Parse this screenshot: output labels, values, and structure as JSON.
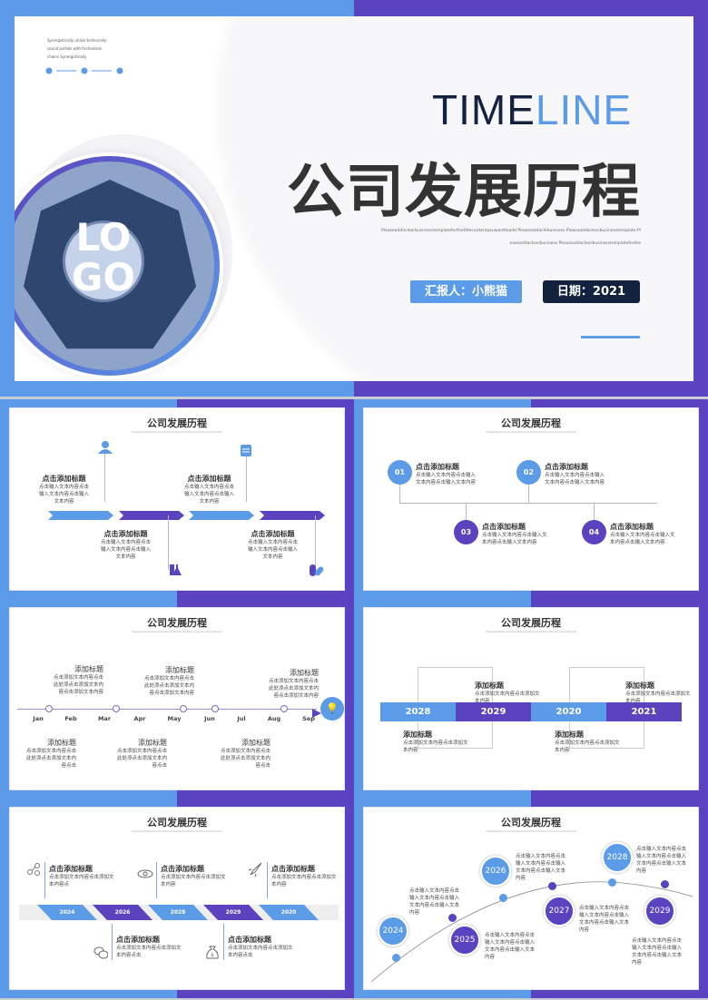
{
  "colors": {
    "blue": "#5b9be8",
    "purple": "#5b43bf",
    "navy": "#13233f",
    "text": "#333333"
  },
  "cover": {
    "small_text": [
      "Synergistically utilize technically",
      "sound portals with frictionless",
      "chains Synergistically"
    ],
    "timeline_dark": "TIME",
    "timeline_light": "LINE",
    "title": "公司发展历程",
    "desc": [
      "Pleaseaddaclearbusinesstemplateforthetitlecontentyouwanttoadd Pleaseaddaclebusiness Pleaseaddaclearbusinesstemplate Pl",
      "easeaddaclearbusiness Pleaseaddaclearbusinesstemplateforthe"
    ],
    "reporter": "汇报人：小熊猫",
    "date": "日期：2021",
    "logo_top": "LO",
    "logo_bottom": "GO"
  },
  "slide_title": "公司发展历程",
  "slide_sub": "Pleaseaddaclearbusinesstemplateforthetitlecontentyouwanttoadd",
  "s1": {
    "items": [
      {
        "title": "点击添加标题",
        "text": [
          "点击输入文本内容点击",
          "输入文本内容点击输入",
          "文本内容"
        ]
      },
      {
        "title": "点击添加标题",
        "text": [
          "点击输入文本内容点击",
          "输入文本内容点击输入",
          "文本内容"
        ]
      },
      {
        "title": "点击添加标题",
        "text": [
          "点击输入文本内容点击",
          "输入文本内容点击输入",
          "文本内容"
        ]
      },
      {
        "title": "点击添加标题",
        "text": [
          "点击输入文本内容点击",
          "输入文本内容点击输入",
          "文本内容"
        ]
      }
    ],
    "icons": [
      "person-icon",
      "notepad-icon",
      "flask-icon",
      "pills-icon"
    ]
  },
  "s2": {
    "items": [
      {
        "num": "01",
        "title": "点击添加标题",
        "text": [
          "点击输入文本内容点击输入",
          "文本内容点击输入文本内容"
        ]
      },
      {
        "num": "02",
        "title": "点击添加标题",
        "text": [
          "点击输入文本内容点击输入",
          "文本内容点击输入文本内容"
        ]
      },
      {
        "num": "03",
        "title": "点击添加标题",
        "text": [
          "点击输入文本内容点击输入文",
          "本内容点击输入文本内容"
        ]
      },
      {
        "num": "04",
        "title": "点击添加标题",
        "text": [
          "点击输入文本内容点击输入文",
          "本内容点击输入文本内容"
        ]
      }
    ]
  },
  "s3": {
    "months": [
      "Jan",
      "Feb",
      "Mar",
      "Apr",
      "May",
      "Jun",
      "Jul",
      "Aug",
      "Sep"
    ],
    "items": [
      {
        "title": "添加标题",
        "text": [
          "点击添加文本内容点击",
          "此处添点击添加文本内",
          "容点击添加文本内容"
        ]
      },
      {
        "title": "添加标题",
        "text": [
          "点击添加文本内容点击",
          "此处添点击添加文本内",
          "容点击添加文本内容"
        ]
      },
      {
        "title": "添加标题",
        "text": [
          "点击添加文本内容点击",
          "此处添点击添加文本内",
          "容点击添加文本内容"
        ]
      },
      {
        "title": "添加标题",
        "text": [
          "点击添加文本内容点击",
          "此处添点击添加文本内",
          "容点击"
        ]
      },
      {
        "title": "添加标题",
        "text": [
          "点击添加文本内容点击",
          "此处添点击添加文本内",
          "容点击"
        ]
      },
      {
        "title": "添加标题",
        "text": [
          "点击添加文本内容点击",
          "此处添点击添加文本内",
          "容点击"
        ]
      }
    ],
    "end_icon": "lightbulb-icon"
  },
  "s4": {
    "years": [
      "2028",
      "2029",
      "2020",
      "2021"
    ],
    "items": [
      {
        "title": "添加标题",
        "text": [
          "点击添加文本内容点击添加文",
          "本内容"
        ]
      },
      {
        "title": "添加标题",
        "text": [
          "点击添加文本内容点击添加文",
          "本内容"
        ]
      },
      {
        "title": "添加标题",
        "text": [
          "点击添加文本内容点击添加文",
          "本内容"
        ]
      },
      {
        "title": "添加标题",
        "text": [
          "点击添加文本内容点击添加文",
          "本内容"
        ]
      }
    ]
  },
  "s5": {
    "years": [
      "2024",
      "2026",
      "2028",
      "2029",
      "2020"
    ],
    "items": [
      {
        "title": "点击添加标题",
        "text": [
          "点击添加文本内容点击添加文",
          "本内容点"
        ]
      },
      {
        "title": "点击添加标题",
        "text": [
          "点击添加文本内容点击添加文",
          "本内容"
        ]
      },
      {
        "title": "点击添加标题",
        "text": [
          "点击添加文本内容点击添加文",
          "本内容"
        ]
      },
      {
        "title": "点击添加标题",
        "text": [
          "点击添加文本内容点击添加文",
          "本内容点击"
        ]
      },
      {
        "title": "点击添加标题",
        "text": [
          "点击添加文本内容点击添加文",
          "本内容点击"
        ]
      }
    ],
    "icons": [
      "network-icon",
      "eye-icon",
      "rocket-icon",
      "chat-icon",
      "money-bag-icon"
    ]
  },
  "s6": {
    "years": [
      "2024",
      "2025",
      "2026",
      "2027",
      "2028",
      "2029"
    ],
    "text": [
      "点击输入文本内容点击",
      "输入文本内容点击输入",
      "文本内容点击输入文本",
      "内容"
    ]
  }
}
